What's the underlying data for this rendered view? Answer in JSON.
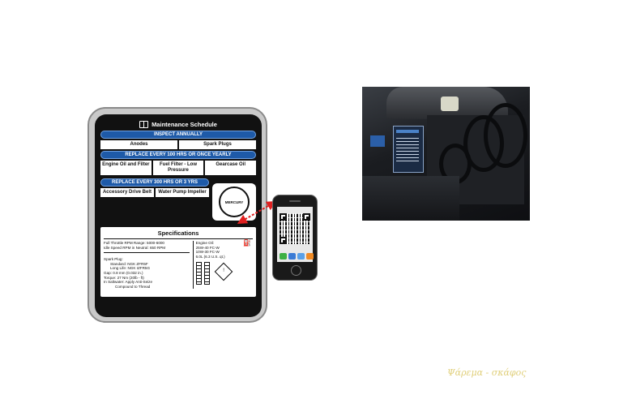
{
  "decal": {
    "title": "Maintenance Schedule",
    "inspect": {
      "heading": "INSPECT ANNUALLY",
      "items": [
        "Anodes",
        "Spark Plugs"
      ]
    },
    "every100": {
      "heading": "REPLACE EVERY 100 HRS OR ONCE YEARLY",
      "items": [
        "Engine Oil and Filter",
        "Fuel Filter - Low Pressure",
        "Gearcase Oil"
      ]
    },
    "every300": {
      "heading": "REPLACE EVERY 300 HRS OR 3 YRS",
      "items": [
        "Accessory Drive Belt",
        "Water Pump Impeller"
      ]
    },
    "logo_text": "MERCURY",
    "specs": {
      "title": "Specifications",
      "rpm_full": "Full Throttle RPM Range: 5000-6000",
      "rpm_idle": "Idle Speed RPM in Neutral: 650 RPM",
      "spark_heading": "Spark Plug:",
      "spark_standard": "Standard: NGK ZFR5F",
      "spark_long": "Long Life: NGK IZFR5G",
      "gap": "Gap: 0.8 mm (0.032 in.)",
      "torque": "Torque: 27 Nm (20lb - ft)",
      "saltwater": "In Saltwater: Apply Anti-Seize",
      "saltwater2": "Compound to Thread",
      "oil_heading": "Engine Oil:",
      "oil1": "25W-40 FC-W",
      "oil2": "10W-30 FC-W",
      "oil3": "6.0L (6.3 U.S. qt.)"
    }
  },
  "watermark": "Ψάρεμα - σκάφος"
}
